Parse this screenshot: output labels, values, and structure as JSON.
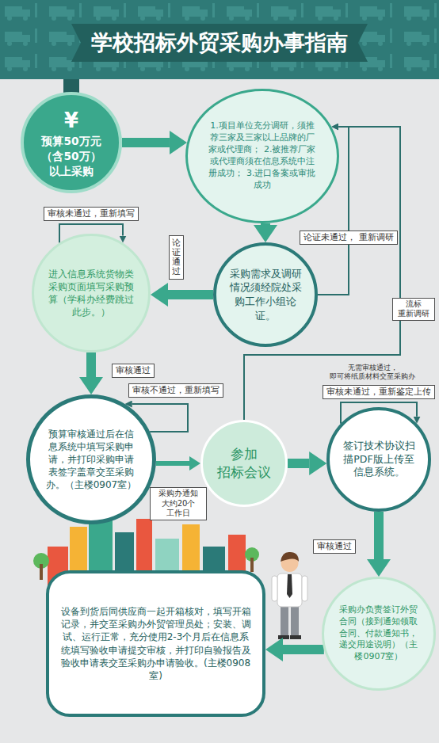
{
  "diagram": {
    "title": "学校招标外贸采购办事指南",
    "nodes": [
      {
        "text": [
          "¥",
          "预算50万元 （含50万） 以上采购"
        ]
      },
      {
        "text": [
          "1.项目单位充分调研，须推荐三家及三家以上品牌的厂家或代理商； 2.被推荐厂家或代理商须在信息系统中注册成功； 3.进口备案或审批成功"
        ]
      },
      {
        "text": [
          "采购需求及调研情况须经院处采购工作小组论证。"
        ]
      },
      {
        "text": [
          "进入信息系统货物类采购页面填写采购预算（学科办经费跳过此步。）"
        ]
      },
      {
        "text": [
          "预算审核通过后在信息系统中填写采购申请，并打印采购申请表签字盖章交至采购办。（主楼0907室）"
        ]
      },
      {
        "text": [
          "参加 招标会议"
        ]
      },
      {
        "text": [
          "签订技术协议扫描PDF版上传至信息系统。"
        ]
      },
      {
        "text": [
          "采购办负责签订外贸合同（接到通知领取合同、付款通知书，递交用途说明）（主楼0907室）"
        ]
      },
      {
        "text": [
          "设备到货后同供应商一起开箱核对，填写开箱记录，并交至采购办外贸管理员处；安装、调试、运行正常，充分使用2-3个月后在信息系统填写验收申请提交审核，并打印自验报告及验收申请表交至采购办申请验收。(主楼0908室)"
        ]
      }
    ],
    "edges": [
      {
        "from": 0,
        "to": 1,
        "arrow": "to"
      },
      {
        "from": 1,
        "to": 2,
        "arrow": "to"
      },
      {
        "from": 2,
        "to": 1,
        "label": "论证未通过， 重新调研",
        "arrow": "to"
      },
      {
        "from": 2,
        "to": 3,
        "label": "论证通过",
        "arrow": "to"
      },
      {
        "from": 3,
        "to": 3,
        "label": "审核未通过，重新填写",
        "arrow": "to"
      },
      {
        "from": 3,
        "to": 4,
        "label": "审核通过",
        "arrow": "to"
      },
      {
        "from": 4,
        "to": 4,
        "label": "审核不通过，重新填写",
        "arrow": "to"
      },
      {
        "from": 4,
        "to": 5,
        "label": "采购办通知 大约20个 工作日",
        "arrow": "to"
      },
      {
        "from": 5,
        "to": 6,
        "arrow": "to"
      },
      {
        "from": 6,
        "to": 6,
        "label": "审核未通过，重新鉴定上传",
        "arrow": "to"
      },
      {
        "from": 5,
        "to": 1,
        "label": "流标 重新调研",
        "arrow": "to"
      },
      {
        "from": 6,
        "to": 7,
        "label": "审核通过",
        "arrow": "to"
      },
      {
        "from": 7,
        "to": 8,
        "arrow": "to"
      }
    ],
    "labels": [
      "无需审核通过， 即可将纸质材料交至采购办"
    ]
  }
}
